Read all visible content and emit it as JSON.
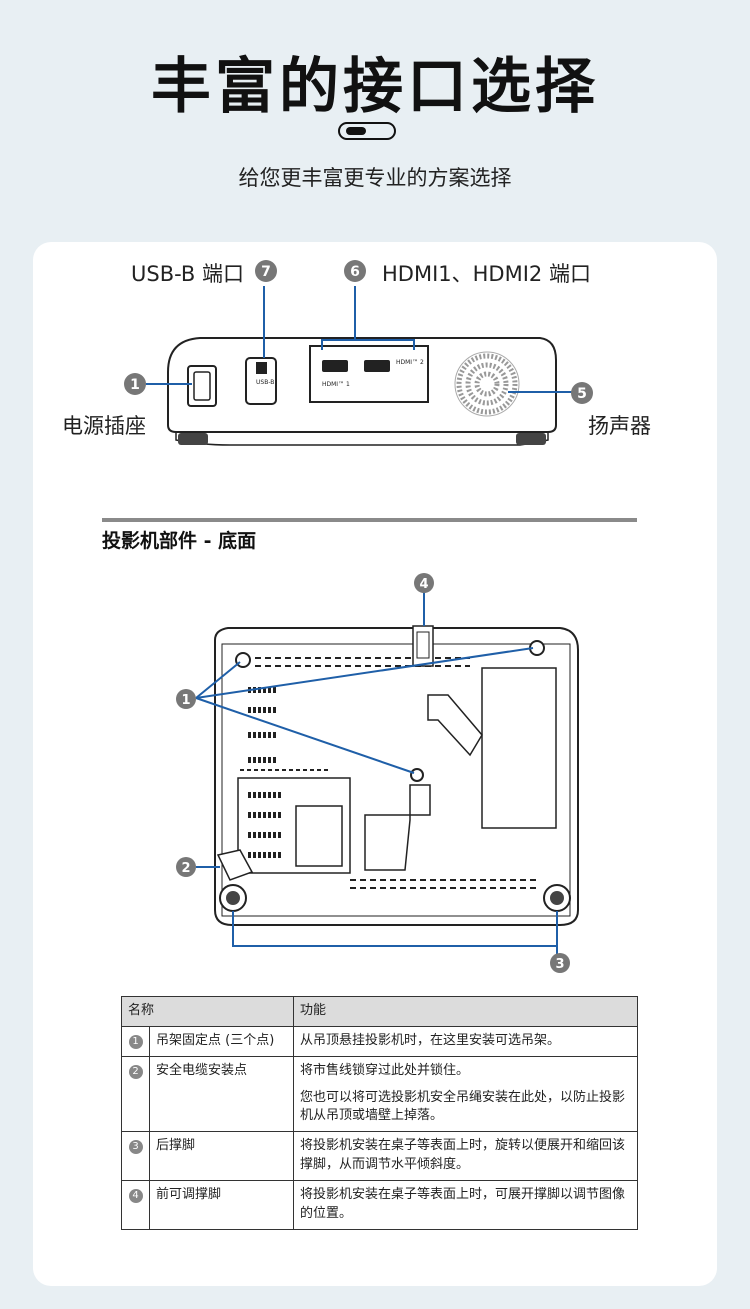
{
  "header": {
    "title": "丰富的接口选择",
    "subtitle": "给您更丰富更专业的方案选择"
  },
  "rear_panel": {
    "callouts": [
      {
        "num": "1",
        "label": "电源插座"
      },
      {
        "num": "5",
        "label": "扬声器"
      },
      {
        "num": "6",
        "label": "HDMI1、HDMI2 端口"
      },
      {
        "num": "7",
        "label": "USB-B 端口"
      }
    ],
    "port_labels": {
      "usb": "USB-B",
      "hdmi1": "HDMI™ 1",
      "hdmi2": "HDMI™ 2"
    }
  },
  "bottom_section": {
    "title": "投影机部件 - 底面",
    "callouts": [
      "1",
      "2",
      "3",
      "4"
    ]
  },
  "table": {
    "headers": [
      "名称",
      "功能"
    ],
    "rows": [
      {
        "num": "1",
        "name": "吊架固定点 (三个点)",
        "func": [
          "从吊顶悬挂投影机时，在这里安装可选吊架。"
        ]
      },
      {
        "num": "2",
        "name": "安全电缆安装点",
        "func": [
          "将市售线锁穿过此处并锁住。",
          "您也可以将可选投影机安全吊绳安装在此处，以防止投影机从吊顶或墙壁上掉落。"
        ]
      },
      {
        "num": "3",
        "name": "后撑脚",
        "func": [
          "将投影机安装在桌子等表面上时，旋转以便展开和缩回该撑脚，从而调节水平倾斜度。"
        ]
      },
      {
        "num": "4",
        "name": "前可调撑脚",
        "func": [
          "将投影机安装在桌子等表面上时，可展开撑脚以调节图像的位置。"
        ]
      }
    ]
  }
}
